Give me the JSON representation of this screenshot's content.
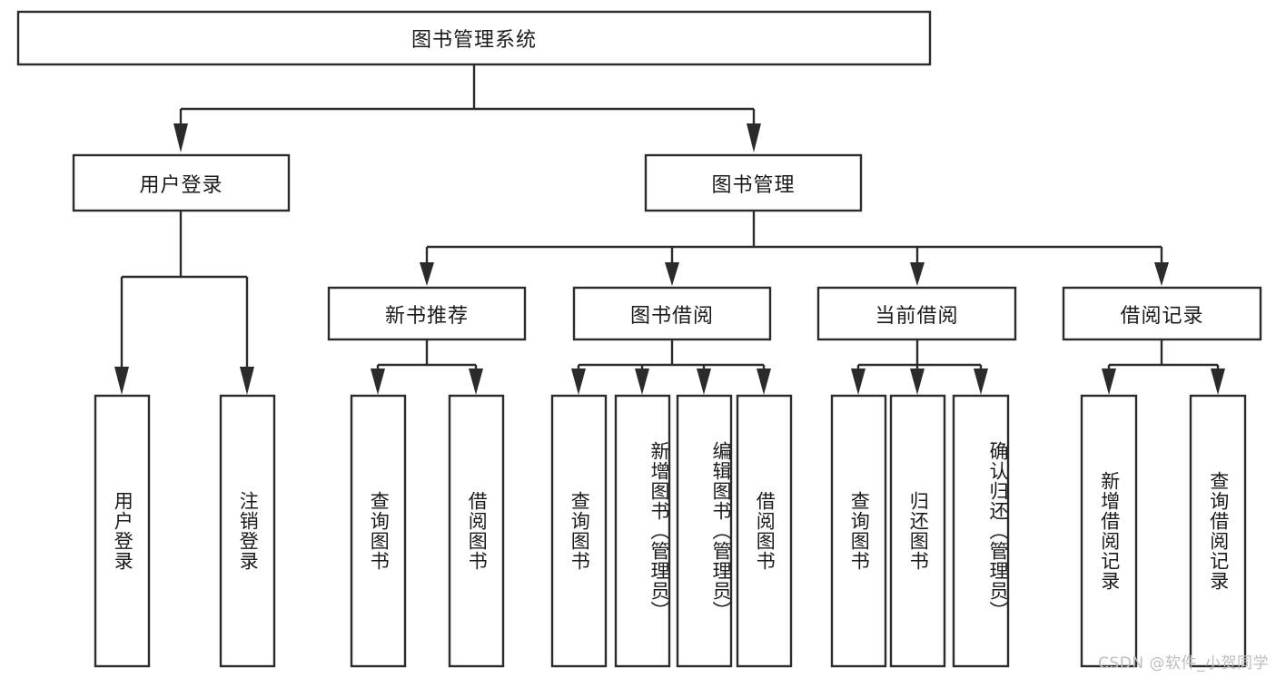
{
  "diagram": {
    "title": "图书管理系统",
    "type": "tree-hierarchy",
    "watermark": "CSDN @软件_小贺同学",
    "colors": {
      "stroke": "#2b2b2b",
      "fill": "#ffffff",
      "text": "#1a1a1a",
      "watermark": "#bdbdbd"
    }
  },
  "root": {
    "label": "图书管理系统"
  },
  "level2": [
    {
      "label": "用户登录"
    },
    {
      "label": "图书管理"
    }
  ],
  "level3": [
    {
      "label": "新书推荐"
    },
    {
      "label": "图书借阅"
    },
    {
      "label": "当前借阅"
    },
    {
      "label": "借阅记录"
    }
  ],
  "leaves": {
    "user_login": [
      {
        "label": "用户登录"
      },
      {
        "label": "注销登录"
      }
    ],
    "new_book": [
      {
        "label": "查询图书"
      },
      {
        "label": "借阅图书"
      }
    ],
    "book_borrow": [
      {
        "label": "查询图书"
      },
      {
        "label": "新增图书（管理员）"
      },
      {
        "label": "编辑图书（管理员）"
      },
      {
        "label": "借阅图书"
      }
    ],
    "current_borrow": [
      {
        "label": "查询图书"
      },
      {
        "label": "归还图书"
      },
      {
        "label": "确认归还（管理员）"
      }
    ],
    "borrow_record": [
      {
        "label": "新增借阅记录"
      },
      {
        "label": "查询借阅记录"
      }
    ]
  }
}
